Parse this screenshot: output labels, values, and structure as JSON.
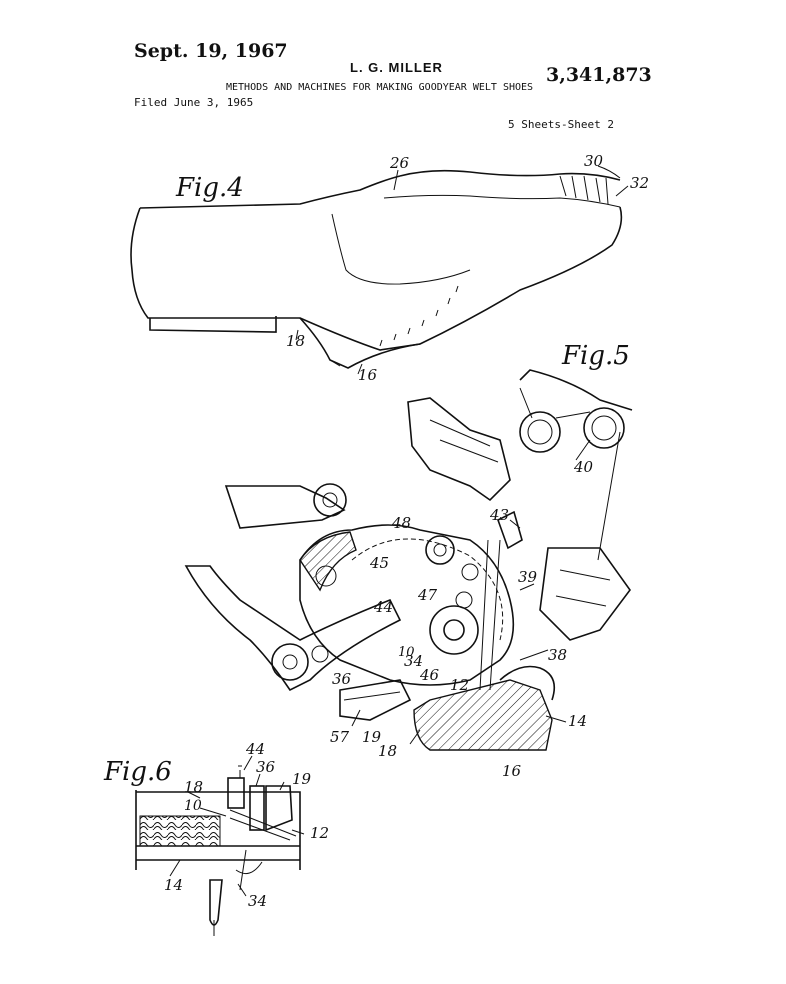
{
  "header": {
    "date": "Sept. 19, 1967",
    "inventor": "L. G. MILLER",
    "patent_number": "3,341,873",
    "title": "METHODS AND MACHINES FOR MAKING GOODYEAR WELT SHOES",
    "filed": "Filed June 3, 1965",
    "sheets": "5 Sheets-Sheet 2"
  },
  "figures": {
    "fig4": {
      "label": "Fig.4",
      "refs": {
        "r26": "26",
        "r30": "30",
        "r32": "32",
        "r18": "18",
        "r16": "16"
      }
    },
    "fig5": {
      "label": "Fig.5",
      "refs": {
        "r40": "40",
        "r48": "48",
        "r43": "43",
        "r45": "45",
        "r47": "47",
        "r39": "39",
        "r44": "44",
        "r10": "10",
        "r34": "34",
        "r36": "36",
        "r46": "46",
        "r12": "12",
        "r38": "38",
        "r14": "14",
        "r57": "57",
        "r19": "19",
        "r18": "18",
        "r16": "16"
      }
    },
    "fig6": {
      "label": "Fig.6",
      "refs": {
        "r44": "44",
        "r18": "18",
        "r36": "36",
        "r19": "19",
        "r10": "10",
        "r12": "12",
        "r14": "14",
        "r34": "34"
      }
    }
  }
}
